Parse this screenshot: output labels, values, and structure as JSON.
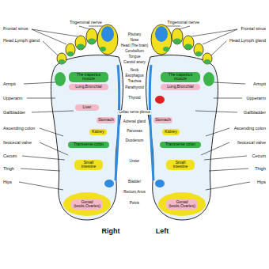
{
  "diagram": {
    "nodes": [
      {
        "text": [
          "The trapezius muscle"
        ]
      },
      {
        "text": [
          "The trapezius muscle"
        ]
      },
      {
        "text": [
          "Lung,Bronchial"
        ]
      },
      {
        "text": [
          "Lung,Bronchial"
        ]
      },
      {
        "text": [
          "Liver"
        ]
      },
      {
        "text": [
          "Stomach"
        ]
      },
      {
        "text": [
          "Stomach"
        ]
      },
      {
        "text": [
          "Kidney"
        ]
      },
      {
        "text": [
          "Kidney"
        ]
      },
      {
        "text": [
          "Transverse colon"
        ]
      },
      {
        "text": [
          "Transverse colon"
        ]
      },
      {
        "text": [
          "Small intestine"
        ]
      },
      {
        "text": [
          "Small intestine"
        ]
      },
      {
        "text": [
          "Gonad (testis,Ovaries)"
        ]
      },
      {
        "text": [
          "Gonad (testis,Ovaries)"
        ]
      }
    ],
    "labels": [
      "Frontal sinus",
      "Trigeminal nerve",
      "Trigeminal nerve",
      "Frontal sinus",
      "Head,Lymph gland",
      "Head,Lymph gland",
      "Pituitary",
      "Nose",
      "Head (The brain)",
      "Cerebellum",
      "Tongue",
      "Carotid artery",
      "Neck",
      "Esophagus",
      "Trachea",
      "Parathyroid",
      "Thyroid",
      "Celiac nerve plexus",
      "Adrenal gland",
      "Pancreas",
      "Duodenum",
      "Ureter",
      "Bladder",
      "Rectum,Anus",
      "Pelvis",
      "Armpit",
      "Armpit",
      "Upperarm",
      "Upperarm",
      "Gallbladder",
      "Gallbladder",
      "Ascending colon",
      "Ascending colon",
      "Ileocecal valve",
      "Ileocecal valve",
      "Cecum",
      "Cecum",
      "Thigh",
      "Thigh",
      "Hips",
      "Hips",
      "Right",
      "Left"
    ]
  }
}
